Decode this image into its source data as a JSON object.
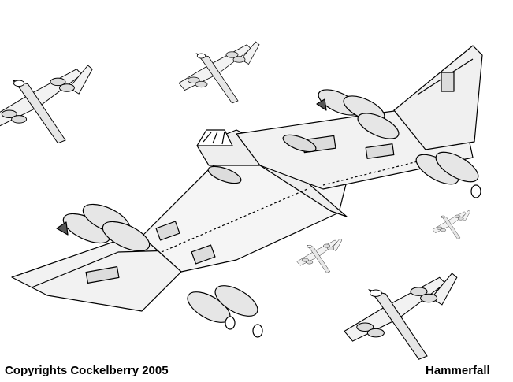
{
  "illustration": {
    "subject": "aircraft-formation",
    "ink_color": "#000000",
    "fill_light": "#f2f2f2",
    "fill_mid": "#dcdcdc",
    "paper_color": "#ffffff"
  },
  "credits": {
    "copyright": "Copyrights Cockelberry 2005",
    "title": "Hammerfall"
  }
}
